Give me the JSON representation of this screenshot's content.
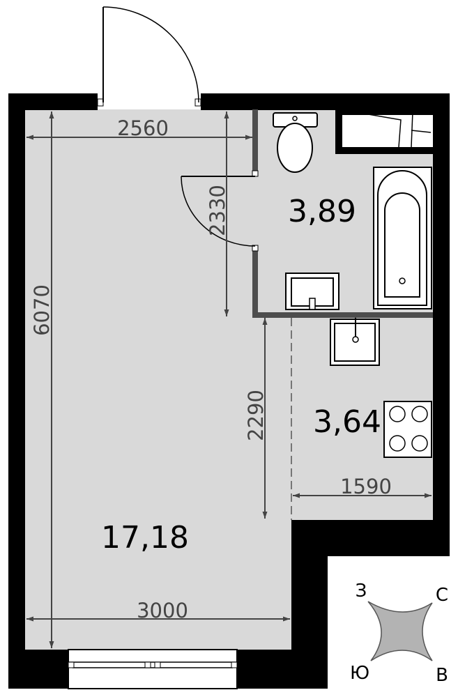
{
  "rooms": [
    {
      "id": "main",
      "area": "17,18"
    },
    {
      "id": "bathroom",
      "area": "3,89"
    },
    {
      "id": "kitchen",
      "area": "3,64"
    }
  ],
  "dimensions": {
    "top_width": "2560",
    "left_height": "6070",
    "bath_height": "2330",
    "kitchen_height": "2290",
    "kitchen_width": "1590",
    "bottom_width": "3000"
  },
  "compass": {
    "north": "С",
    "south": "Ю",
    "west": "З",
    "east": "В"
  },
  "colors": {
    "wall": "#000000",
    "floor": "#d9d9d9",
    "partition": "#4d4d4d",
    "dimension": "#444444",
    "compass_fill": "#b3b3b3"
  }
}
